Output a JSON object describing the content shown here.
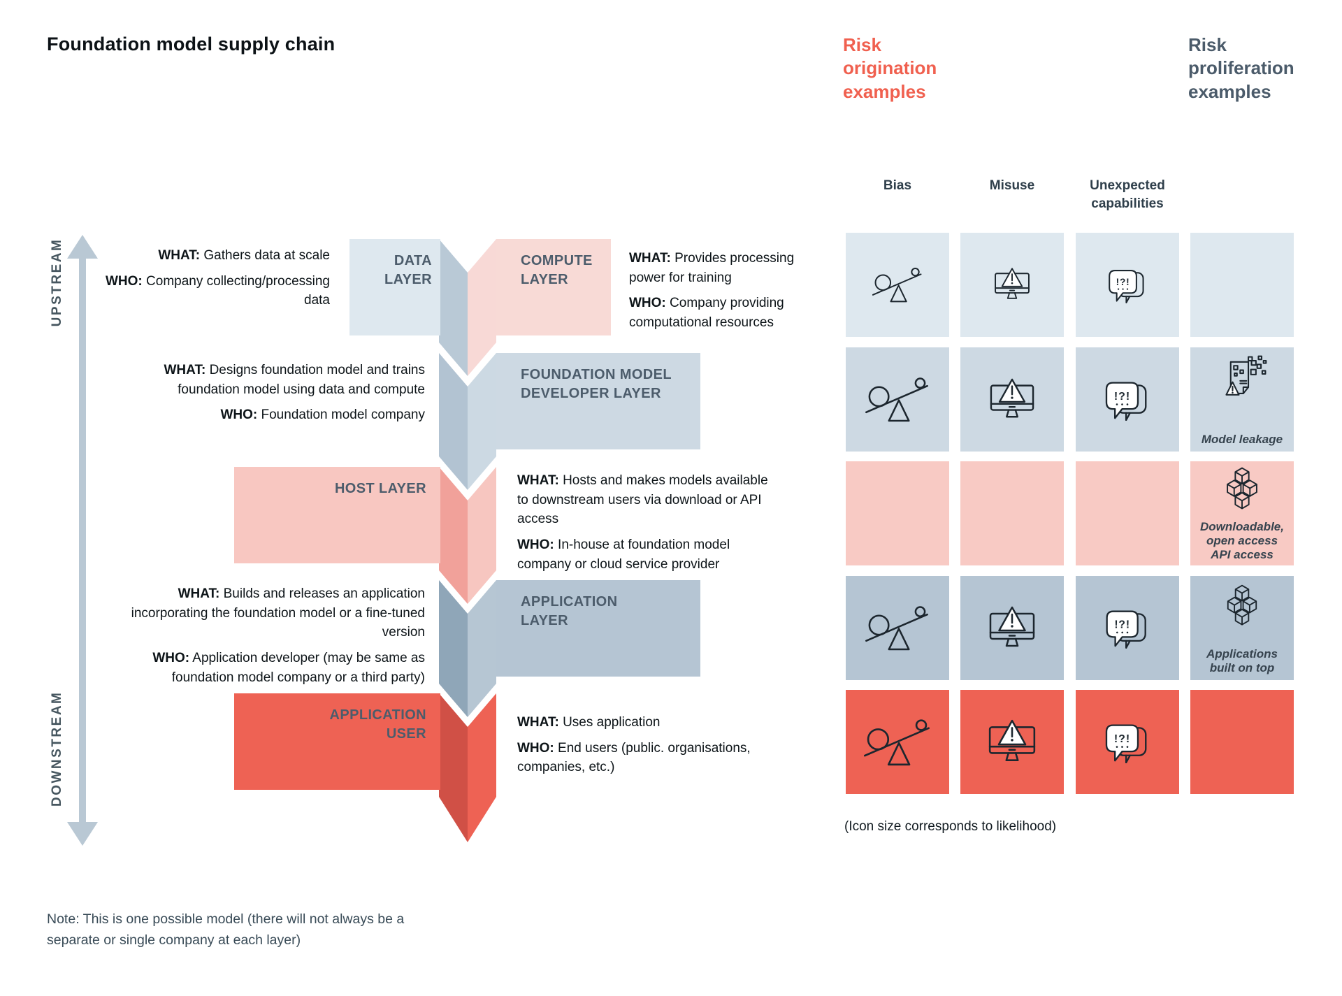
{
  "title": "Foundation model supply chain",
  "headers": {
    "risk_origination": "Risk\norigination\nexamples",
    "risk_proliferation": "Risk\nproliferation\nexamples"
  },
  "axis": {
    "upstream": "UPSTREAM",
    "downstream": "DOWNSTREAM"
  },
  "grid_columns": {
    "bias": "Bias",
    "misuse": "Misuse",
    "unexpected": "Unexpected\ncapabilities"
  },
  "labels": {
    "what": "WHAT:",
    "who": "WHO:"
  },
  "layers": {
    "data": {
      "label": "DATA\nLAYER",
      "what": " Gathers data at scale",
      "who": " Company collecting/processing data"
    },
    "compute": {
      "label": "COMPUTE\nLAYER",
      "what": " Provides processing power for training",
      "who": " Company providing computational resources"
    },
    "foundation": {
      "label": "FOUNDATION MODEL\nDEVELOPER LAYER",
      "what": " Designs foundation model and trains foundation model using data and compute",
      "who": " Foundation model company"
    },
    "host": {
      "label": "HOST LAYER",
      "what": " Hosts and makes models available to downstream users via download or API access",
      "who": " In-house at foundation model company or cloud service provider"
    },
    "application": {
      "label": "APPLICATION\nLAYER",
      "what": " Builds and releases an application incorporating the foundation model or a fine-tuned version",
      "who": " Application developer (may be same as foundation model company or a third party)"
    },
    "user": {
      "label": "APPLICATION\nUSER",
      "what": " Uses application",
      "who": " End users (public. organisations, companies, etc.)"
    }
  },
  "proliferation_labels": {
    "model_leakage": "Model leakage",
    "downloadable": "Downloadable,\nopen access\nAPI access",
    "applications": "Applications\nbuilt on top"
  },
  "caption": "(Icon size corresponds to likelihood)",
  "note": "Note: This is one possible model (there will not always be a separate or single company at each layer)",
  "icons": {
    "balance": "balance-scale-icon",
    "monitor": "monitor-warning-icon",
    "bubbles": "speech-bubbles-icon",
    "cubes": "stacked-cubes-icon",
    "leakage": "model-leakage-icon"
  },
  "colors": {
    "accent_coral": "#ee6254",
    "accent_slate": "#4b5b6a",
    "cell_row1": "#dee8ef",
    "cell_row2": "#cdd9e3",
    "cell_row3": "#f8cac4",
    "cell_row4": "#b5c5d3",
    "cell_row5": "#ee6254",
    "arrow": "#b9c8d4",
    "icon_stroke": "#1c262e"
  }
}
